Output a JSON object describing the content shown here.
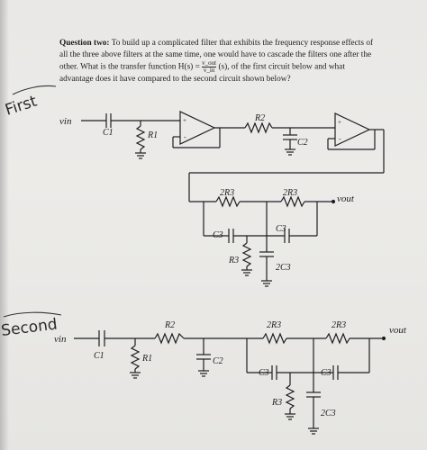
{
  "question": {
    "label": "Question two:",
    "text_before_formula": "To build up a complicated filter that exhibits the frequency response effects of all the three above filters at the same time, one would have to cascade the filters one after the other. What is the transfer function H(s) = ",
    "formula_numerator": "v_out",
    "formula_denominator": "v_in",
    "text_after_formula": "(s), of the first circuit below and what advantage does it have compared to the second circuit shown below?"
  },
  "annotations": {
    "first": "First",
    "second": "Second"
  },
  "first_circuit": {
    "vin": "vin",
    "c1": "C1",
    "r1": "R1",
    "r2": "R2",
    "c2": "C2",
    "r3_left": "2R3",
    "r3_right": "2R3",
    "vout": "vout",
    "c3_left": "C3",
    "c3_right": "C3",
    "r3": "R3",
    "c3_double": "2C3",
    "opamp_plus": "+",
    "opamp_minus": "-"
  },
  "second_circuit": {
    "vin": "vin",
    "c1": "C1",
    "r1": "R1",
    "r2": "R2",
    "c2": "C2",
    "r3_left": "2R3",
    "r3_right": "2R3",
    "vout": "vout",
    "c3_left": "C3",
    "c3_right": "C3",
    "r3": "R3",
    "c3_double": "2C3"
  }
}
